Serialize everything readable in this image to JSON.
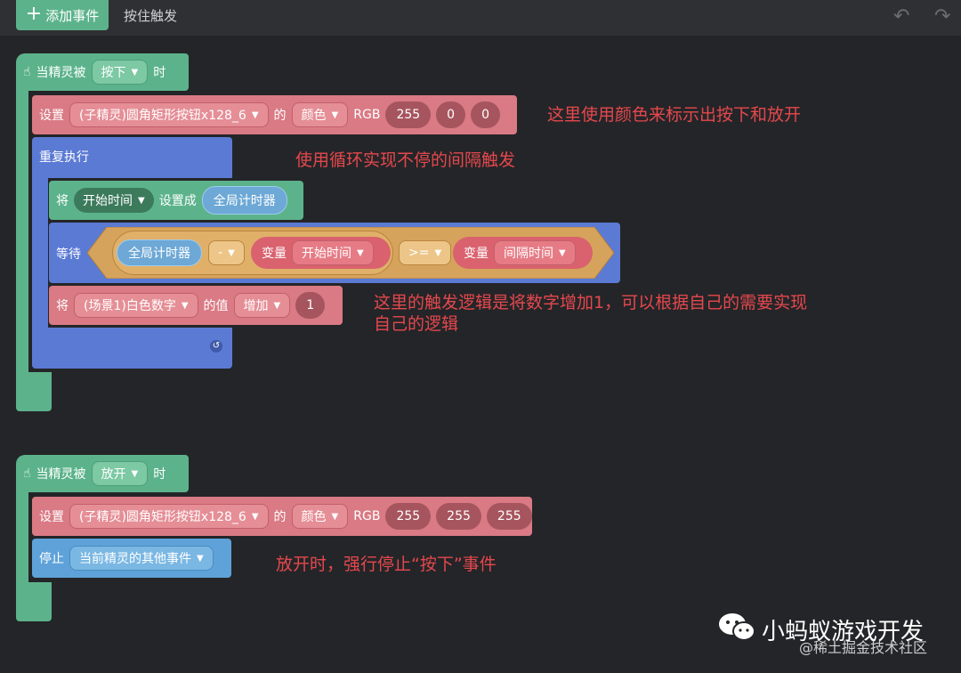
{
  "toolbar": {
    "add_event_label": "添加事件",
    "tab_label": "按住触发",
    "undo_glyph": "↶",
    "redo_glyph": "↷"
  },
  "event1": {
    "hat_label": "当精灵被",
    "trigger": "按下",
    "hat_suffix": "时",
    "set_label": "设置",
    "target": "(子精灵)圆角矩形按钮x128_6",
    "of_label": "的",
    "prop": "颜色",
    "rgb_label": "RGB",
    "rgb": [
      "255",
      "0",
      "0"
    ],
    "repeat_label": "重复执行",
    "assign_label": "将",
    "assign_var": "开始时间",
    "assign_to": "设置成",
    "global_timer": "全局计时器",
    "wait_label": "等待",
    "minus_op": "-",
    "var_label": "变量",
    "start_time": "开始时间",
    "compare_op": ">=",
    "interval": "间隔时间",
    "inc_label": "将",
    "inc_target": "(场景1)白色数字",
    "value_of": "的值",
    "inc_op": "增加",
    "inc_value": "1"
  },
  "event2": {
    "hat_label": "当精灵被",
    "trigger": "放开",
    "hat_suffix": "时",
    "set_label": "设置",
    "target": "(子精灵)圆角矩形按钮x128_6",
    "of_label": "的",
    "prop": "颜色",
    "rgb_label": "RGB",
    "rgb": [
      "255",
      "255",
      "255"
    ],
    "stop_label": "停止",
    "stop_target": "当前精灵的其他事件"
  },
  "notes": {
    "n1": "这里使用颜色来标示出按下和放开",
    "n2": "使用循环实现不停的间隔触发",
    "n3_line1": "这里的触发逻辑是将数字增加1，可以根据自己的需要实现",
    "n3_line2": "自己的逻辑",
    "n4": "放开时，强行停止“按下”事件"
  },
  "watermark": {
    "brand": "小蚂蚁游戏开发",
    "sub": "@稀土掘金技术社区"
  },
  "colors": {
    "event_green": "#5cb38b",
    "set_pink": "#d97a84",
    "loop_blue": "#5b7ad4",
    "wait_orange": "#d6a35c",
    "note_red": "#e4484d"
  }
}
